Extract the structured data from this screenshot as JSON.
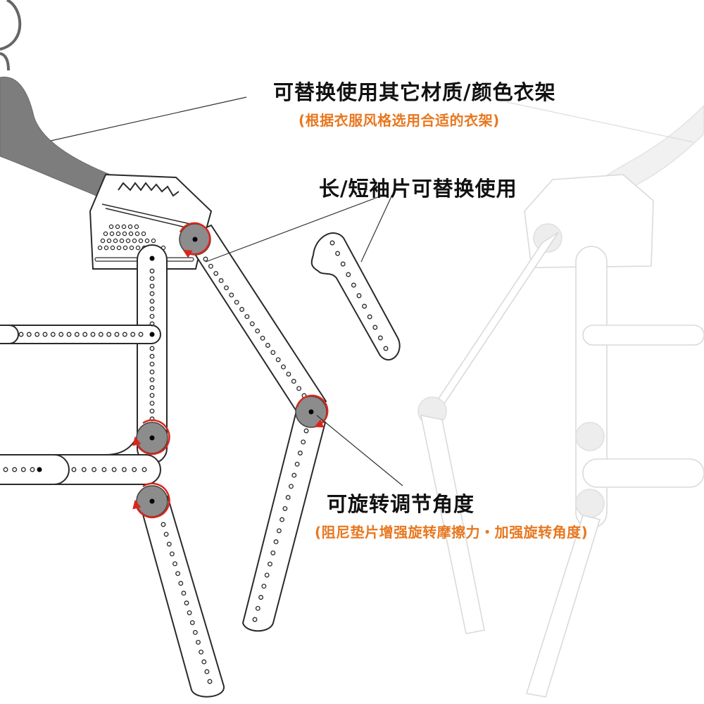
{
  "annotations": {
    "hanger": {
      "title": "可替换使用其它材质/颜色衣架",
      "subtitle": "(根据衣服风格选用合适的衣架)"
    },
    "sleeve": {
      "title": "长/短袖片可替换使用"
    },
    "rotation": {
      "title": "可旋转调节角度",
      "subtitle": "(阻尼垫片增强旋转摩擦力・加强旋转角度)"
    }
  },
  "colors": {
    "accent": "#e8771f",
    "pivot_arrow": "#d9261c",
    "pivot_fill": "#8c8c8c",
    "hanger_fill": "#7d7d7d",
    "outline": "#2a2a2a",
    "faded_outline": "#d6d6d6"
  }
}
